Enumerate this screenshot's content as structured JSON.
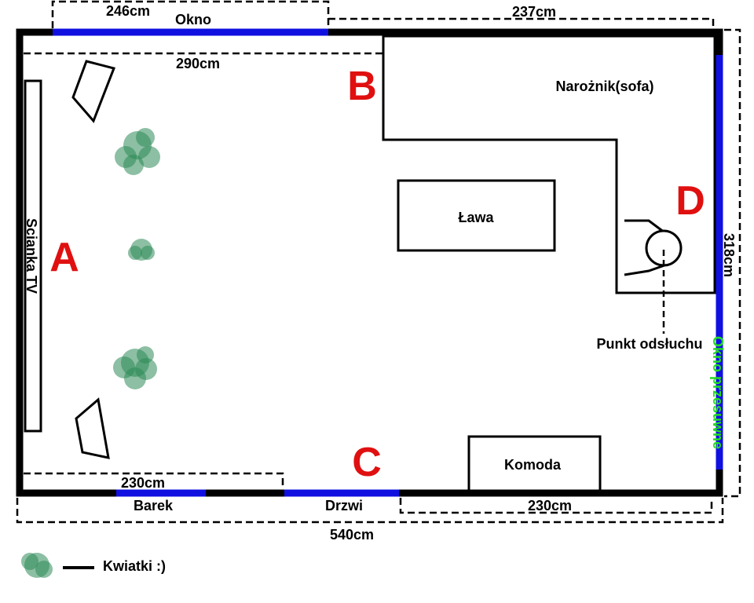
{
  "colors": {
    "walls": "#000000",
    "window": "#1010e0",
    "zone_label": "#e01010",
    "sliding_window_label": "#22dd22",
    "plant": "#2e8b57"
  },
  "labels": {
    "okno": "Okno",
    "okno_przesuwne": "Okno przesuwne",
    "naroznik": "Narożnik(sofa)",
    "lawa": "Ława",
    "komoda": "Komoda",
    "scianka_tv": "Scianka TV",
    "barek": "Barek",
    "drzwi": "Drzwi",
    "punkt_odsluchu": "Punkt odsłuchu",
    "kwiatki": "Kwiatki :)"
  },
  "zones": {
    "a": "A",
    "b": "B",
    "c": "C",
    "d": "D"
  },
  "dimensions": {
    "okno_width": "246cm",
    "top_right": "237cm",
    "top_inner": "290cm",
    "right_height": "318cm",
    "bottom_left": "230cm",
    "bottom_right": "230cm",
    "total_width": "540cm"
  },
  "icons": {
    "plant": "plant-icon",
    "speaker": "speaker-icon",
    "listener": "listener-chair-icon"
  }
}
